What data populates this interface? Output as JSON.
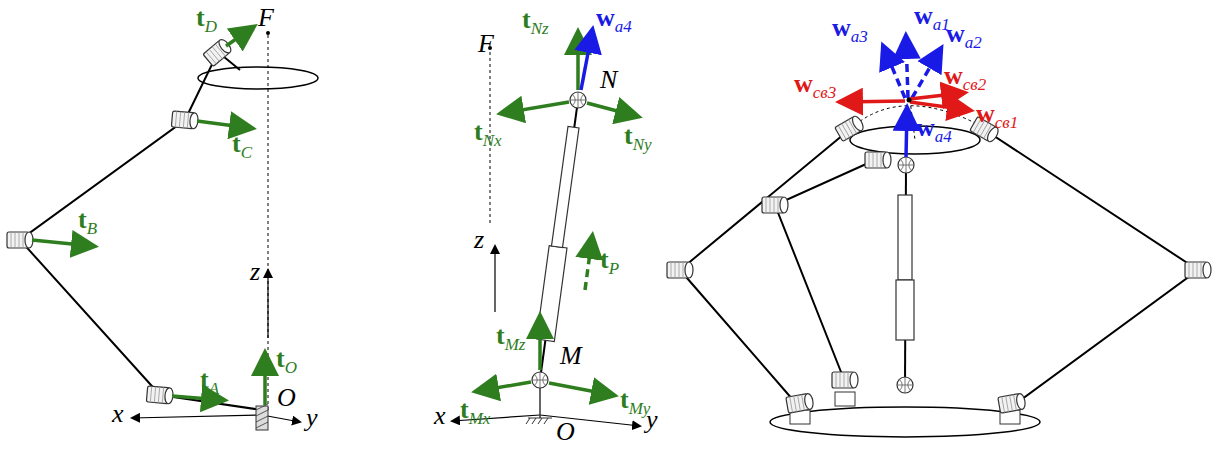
{
  "diagram": {
    "labels": [
      "tD",
      "F",
      "tC",
      "tB",
      "z",
      "tO",
      "tA",
      "O",
      "x",
      "y",
      "tNz",
      "wa4",
      "F",
      "tNx",
      "N",
      "tNy",
      "z",
      "tP",
      "tMz",
      "M",
      "tMx",
      "tMy",
      "x",
      "O",
      "y",
      "wa1",
      "wa3",
      "wa2",
      "wсв3",
      "wсв2",
      "wсв1",
      "wa4"
    ]
  }
}
